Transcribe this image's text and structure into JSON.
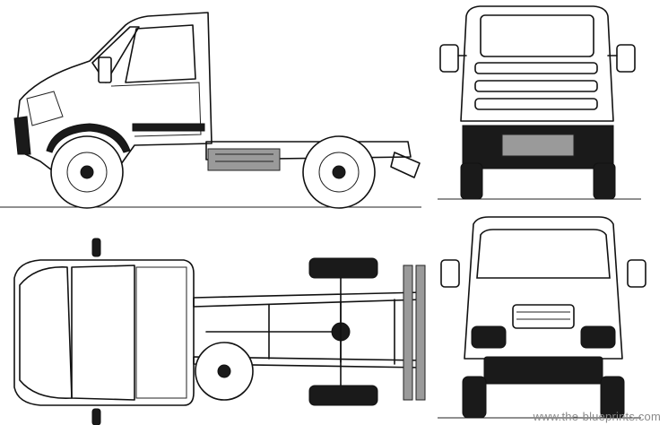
{
  "watermark": {
    "text": "www.the-blueprints.com",
    "color": "#8a8a8a"
  },
  "views": {
    "side": "side-view",
    "rear": "rear-view",
    "top": "top-view",
    "front": "front-view"
  },
  "colors": {
    "line": "#111111",
    "fill_dark": "#1a1a1a",
    "fill_grey": "#9a9a9a",
    "background": "#ffffff"
  }
}
